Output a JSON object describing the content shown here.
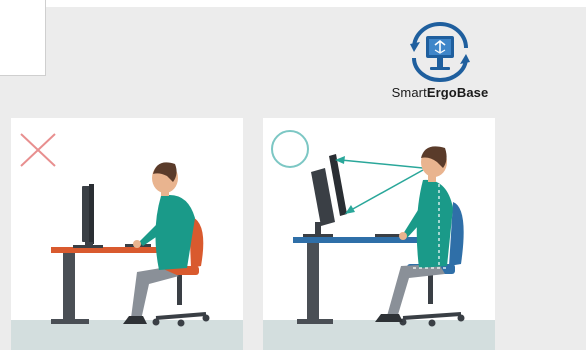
{
  "brand": {
    "name_prefix": "Smart",
    "name_strong": "ErgoBase",
    "logo_icon": "rotating-monitor-icon"
  },
  "panels": [
    {
      "id": "incorrect",
      "marker_icon": "cross-icon",
      "marker_color": "#e88f8f"
    },
    {
      "id": "correct",
      "marker_icon": "circle-icon",
      "marker_color": "#7cc7c4"
    }
  ],
  "colors": {
    "background": "#ececec",
    "panel": "#ffffff",
    "floor": "#d3dede",
    "desk_bad": "#d95a2e",
    "desk_good": "#2f6fa8",
    "desk_leg": "#4a4f55",
    "shirt": "#1a9a89",
    "pants": "#8a9098",
    "hair": "#5a3b2a",
    "skin": "#e9b48f",
    "guide": "#2aa79a",
    "logo_blue": "#1f5f9e"
  }
}
